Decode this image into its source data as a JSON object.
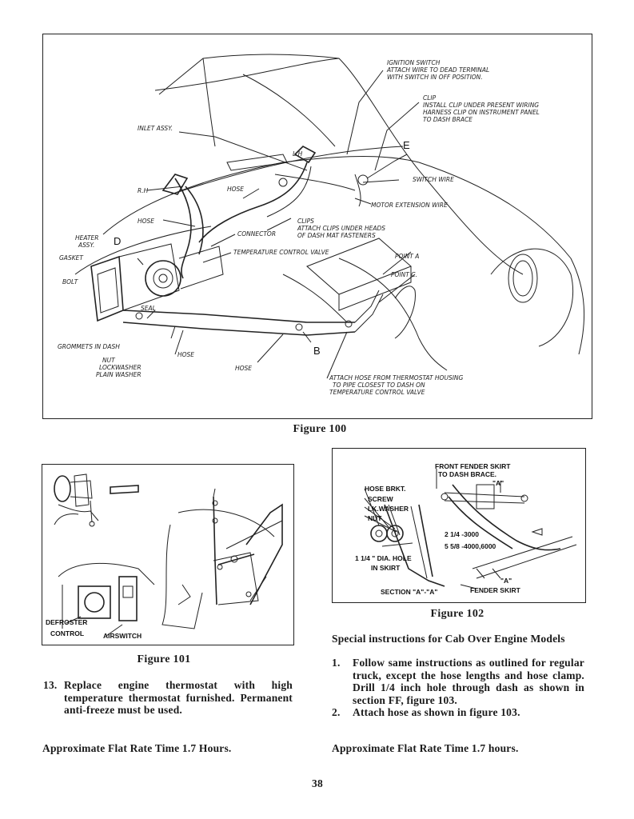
{
  "figure100": {
    "caption": "Figure 100",
    "labels": {
      "ignition": [
        "IGNITION SWITCH",
        "ATTACH WIRE TO DEAD TERMINAL",
        "WITH SWITCH IN OFF POSITION."
      ],
      "clip": [
        "CLIP",
        "INSTALL CLIP UNDER PRESENT WIRING",
        "HARNESS CLIP ON INSTRUMENT PANEL",
        "TO DASH BRACE"
      ],
      "inlet": "INLET ASSY.",
      "lh": "L.H",
      "e": "E",
      "rh": "R.H",
      "hose_top": "HOSE",
      "switch_wire": "SWITCH WIRE",
      "motor_ext": "MOTOR EXTENSION WIRE",
      "hose_left": "HOSE",
      "clips": [
        "CLIPS",
        "ATTACH CLIPS UNDER HEADS",
        "OF DASH MAT FASTENERS"
      ],
      "heater": [
        "HEATER",
        "ASSY."
      ],
      "d": "D",
      "connector": "CONNECTOR",
      "temp_valve": "TEMPERATURE CONTROL VALVE",
      "gasket": "GASKET",
      "point_a": "POINT A",
      "point_c": "POINT C.",
      "bolt": "BOLT",
      "seal": "SEAL",
      "grommets": "GROMMETS IN DASH",
      "hose_mid": "HOSE",
      "b": "B",
      "nut_group": [
        "NUT",
        "LOCKWASHER",
        "PLAIN WASHER"
      ],
      "hose_bottom": "HOSE",
      "attach_hose": [
        "ATTACH HOSE FROM THERMOSTAT HOUSING",
        "TO PIPE CLOSEST TO DASH ON",
        "TEMPERATURE CONTROL VALVE"
      ]
    }
  },
  "figure101": {
    "caption": "Figure 101",
    "labels": {
      "defroster": [
        "DEFROSTER",
        "CONTROL"
      ],
      "airswitch": "AIRSWITCH"
    }
  },
  "figure102": {
    "caption": "Figure 102",
    "labels": {
      "front_fender": [
        "FRONT FENDER SKIRT",
        "TO DASH BRACE."
      ],
      "a_top": "\"A\"",
      "hose_brkt": "HOSE BRKT.",
      "screw": "SCREW",
      "lkwasher": "LK.WASHER",
      "nut": "NUT",
      "dim1": "2 1/4 -3000",
      "dim2": "5 5/8 -4000,6000",
      "dia_hole": [
        "1 1/4 \" DIA. HOLE",
        "IN SKIRT"
      ],
      "a_bottom": "\"A\"",
      "section": "SECTION \"A\"-\"A\"",
      "fender_skirt": "FENDER SKIRT"
    }
  },
  "left_column": {
    "step13_num": "13.",
    "step13_text": "Replace engine thermostat with high temperature thermostat furnished. Permanent anti-freeze must be used.",
    "flat_rate": "Approximate Flat Rate Time 1.7 Hours."
  },
  "right_column": {
    "heading": "Special instructions for Cab Over Engine Models",
    "steps": [
      {
        "num": "1.",
        "text": "Follow same instructions as outlined for regular truck, except the hose lengths and hose clamp. Drill 1/4 inch hole through dash as shown in section FF, figure 103."
      },
      {
        "num": "2.",
        "text": "Attach hose as shown in figure 103."
      }
    ],
    "flat_rate": "Approximate Flat Rate Time 1.7 hours."
  },
  "page_number": "38"
}
